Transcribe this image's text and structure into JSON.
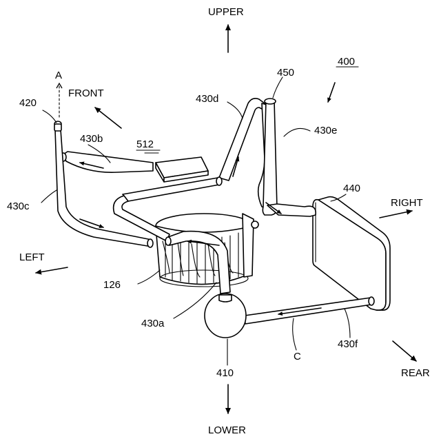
{
  "directions": {
    "upper": "UPPER",
    "lower": "LOWER",
    "front": "FRONT",
    "left": "LEFT",
    "right": "RIGHT",
    "rear": "REAR",
    "axis_a": "A",
    "flow_c": "C"
  },
  "refs": {
    "r400": "400",
    "r410": "410",
    "r420": "420",
    "r430a": "430a",
    "r430b": "430b",
    "r430c": "430c",
    "r430d": "430d",
    "r430e": "430e",
    "r430f": "430f",
    "r440": "440",
    "r450": "450",
    "r512": "512",
    "r126": "126"
  },
  "colors": {
    "line": "#000000",
    "background": "#ffffff"
  }
}
